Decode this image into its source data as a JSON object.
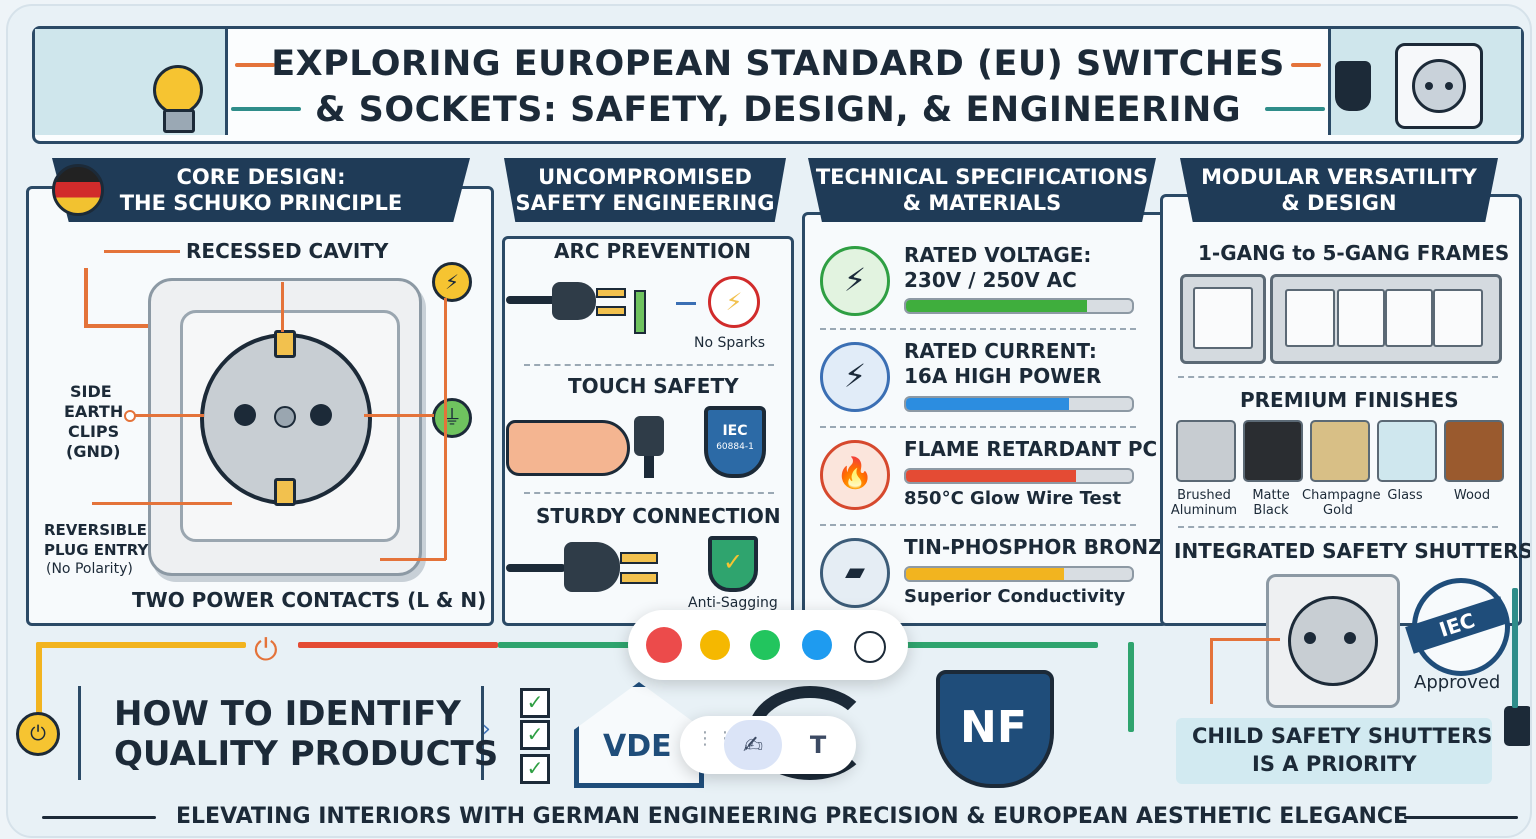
{
  "title": {
    "line1": "EXPLORING EUROPEAN STANDARD (EU) SWITCHES",
    "line2": "& SOCKETS: SAFETY, DESIGN, & ENGINEERING"
  },
  "core": {
    "banner1": "CORE DESIGN:",
    "banner2": "THE SCHUKO PRINCIPLE",
    "recessed": "RECESSED CAVITY",
    "side": "SIDE",
    "earth": "EARTH",
    "clips": "CLIPS",
    "gnd": "(GND)",
    "rev1": "REVERSIBLE",
    "rev2": "PLUG ENTRY",
    "rev3": "(No Polarity)",
    "contacts": "TWO POWER CONTACTS (L & N)"
  },
  "safety": {
    "banner1": "UNCOMPROMISED",
    "banner2": "SAFETY ENGINEERING",
    "arc": "ARC PREVENTION",
    "no_sparks": "No Sparks",
    "touch": "TOUCH SAFETY",
    "iec1": "IEC",
    "iec2": "60884-1",
    "sturdy": "STURDY CONNECTION",
    "anti": "Anti-Sagging"
  },
  "specs": {
    "banner1": "TECHNICAL SPECIFICATIONS",
    "banner2": "& MATERIALS",
    "volt1": "RATED VOLTAGE:",
    "volt2": "230V / 250V AC",
    "curr1": "RATED CURRENT:",
    "curr2": "16A HIGH POWER",
    "flame": "FLAME RETARDANT PC",
    "glow": "850°C Glow Wire Test",
    "bronze": "TIN-PHOSPHOR BRONZE",
    "conduct": "Superior Conductivity",
    "levels": {
      "voltage": 0.8,
      "current": 0.72,
      "flame": 0.75,
      "bronze": 0.7
    }
  },
  "modular": {
    "banner1": "MODULAR VERSATILITY",
    "banner2": "& DESIGN",
    "frames": "1-GANG to 5-GANG FRAMES",
    "finishes": "PREMIUM FINISHES",
    "swatches": [
      {
        "l1": "Brushed",
        "l2": "Aluminum",
        "color": "#c7ccd1"
      },
      {
        "l1": "Matte",
        "l2": "Black",
        "color": "#2a2d31"
      },
      {
        "l1": "Champagne",
        "l2": "Gold",
        "color": "#d8bf86"
      },
      {
        "l1": "Glass",
        "l2": "",
        "color": "#cfe7ee"
      },
      {
        "l1": "Wood",
        "l2": "",
        "color": "#9a5a2e"
      }
    ],
    "shutters": "INTEGRATED SAFETY SHUTTERS",
    "iec": "IEC",
    "approved": "Approved",
    "child1": "CHILD SAFETY SHUTTERS",
    "child2": "IS A PRIORITY"
  },
  "identify": {
    "line1": "HOW TO IDENTIFY",
    "line2": "QUALITY PRODUCTS",
    "vde": "VDE",
    "nf": "NF"
  },
  "footer": "ELEVATING INTERIORS WITH GERMAN ENGINEERING PRECISION & EUROPEAN AESTHETIC ELEGANCE",
  "toolbar": {
    "colors": [
      "#ec4b4b",
      "#f5b800",
      "#22c55e",
      "#1e9bf0",
      "#ffffff"
    ],
    "text_tool": "T"
  }
}
